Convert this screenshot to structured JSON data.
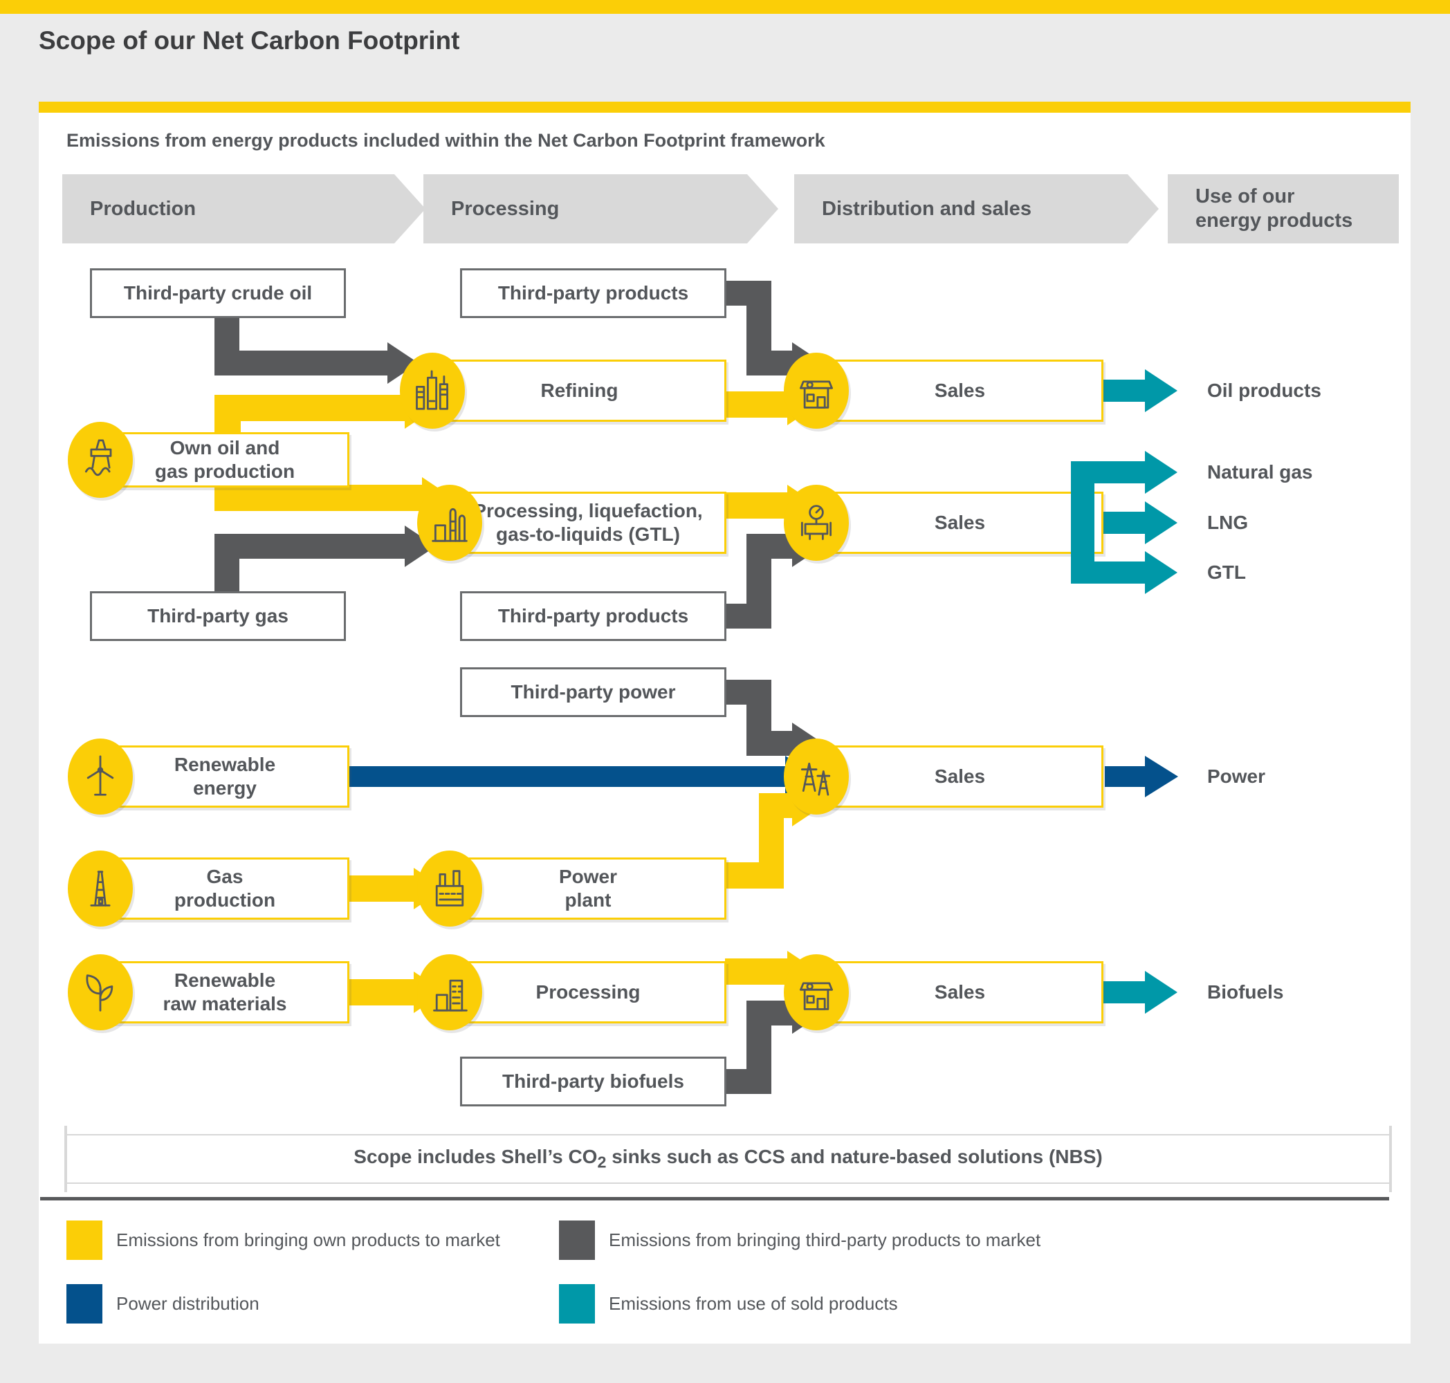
{
  "header": {
    "title": "Scope of our Net Carbon Footprint"
  },
  "panel": {
    "subtitle": "Emissions from energy products included within the Net Carbon Footprint framework"
  },
  "stages": {
    "production": "Production",
    "processing": "Processing",
    "distribution": "Distribution and sales",
    "use": "Use of our energy products"
  },
  "nodes": {
    "third_party_crude_oil": {
      "label": "Third-party crude oil"
    },
    "third_party_products_oil": {
      "label": "Third-party products"
    },
    "own_oil_and_gas": {
      "label": "Own oil and gas production",
      "icon": "oil-platform-icon"
    },
    "refining": {
      "label": "Refining",
      "icon": "refinery-icon"
    },
    "sales_oil": {
      "label": "Sales",
      "icon": "shop-icon"
    },
    "processing_gtl": {
      "label": "Processing, liquefaction, gas-to-liquids (GTL)",
      "icon": "gas-plant-icon"
    },
    "third_party_gas": {
      "label": "Third-party gas"
    },
    "third_party_products_gas": {
      "label": "Third-party products"
    },
    "sales_gas": {
      "label": "Sales",
      "icon": "pipeline-gauge-icon"
    },
    "third_party_power": {
      "label": "Third-party power"
    },
    "renewable_energy": {
      "label": "Renewable energy",
      "icon": "wind-turbine-icon"
    },
    "sales_power": {
      "label": "Sales",
      "icon": "power-towers-icon"
    },
    "gas_production": {
      "label": "Gas production",
      "icon": "derrick-icon"
    },
    "power_plant": {
      "label": "Power plant",
      "icon": "power-plant-icon"
    },
    "renewable_raw_materials": {
      "label": "Renewable raw materials",
      "icon": "leaf-icon"
    },
    "processing_biofuels": {
      "label": "Processing",
      "icon": "processing-buildings-icon"
    },
    "third_party_biofuels": {
      "label": "Third-party biofuels"
    },
    "sales_biofuels": {
      "label": "Sales",
      "icon": "shop-icon"
    }
  },
  "outputs": {
    "oil_products": "Oil products",
    "natural_gas": "Natural gas",
    "lng": "LNG",
    "gtl": "GTL",
    "power": "Power",
    "biofuels": "Biofuels"
  },
  "scope_note": {
    "text_before_sub": "Scope includes Shell’s CO",
    "subscript": "2",
    "text_after_sub": " sinks such as CCS and nature-based solutions (NBS)"
  },
  "legend": [
    {
      "label": "Emissions from bringing own products to market",
      "color": "#FBCE07"
    },
    {
      "label": "Emissions from bringing third-party products to market",
      "color": "#58595B"
    },
    {
      "label": "Power distribution",
      "color": "#04518C"
    },
    {
      "label": "Emissions from use of sold products",
      "color": "#0098A8"
    }
  ],
  "colors": {
    "shell_yellow": "#FBCE07",
    "third_party_gray": "#58595B",
    "power_blue": "#04518C",
    "sold_teal": "#0098A8",
    "chevron_gray": "#D9D9D9",
    "text_gray": "#53565A"
  }
}
